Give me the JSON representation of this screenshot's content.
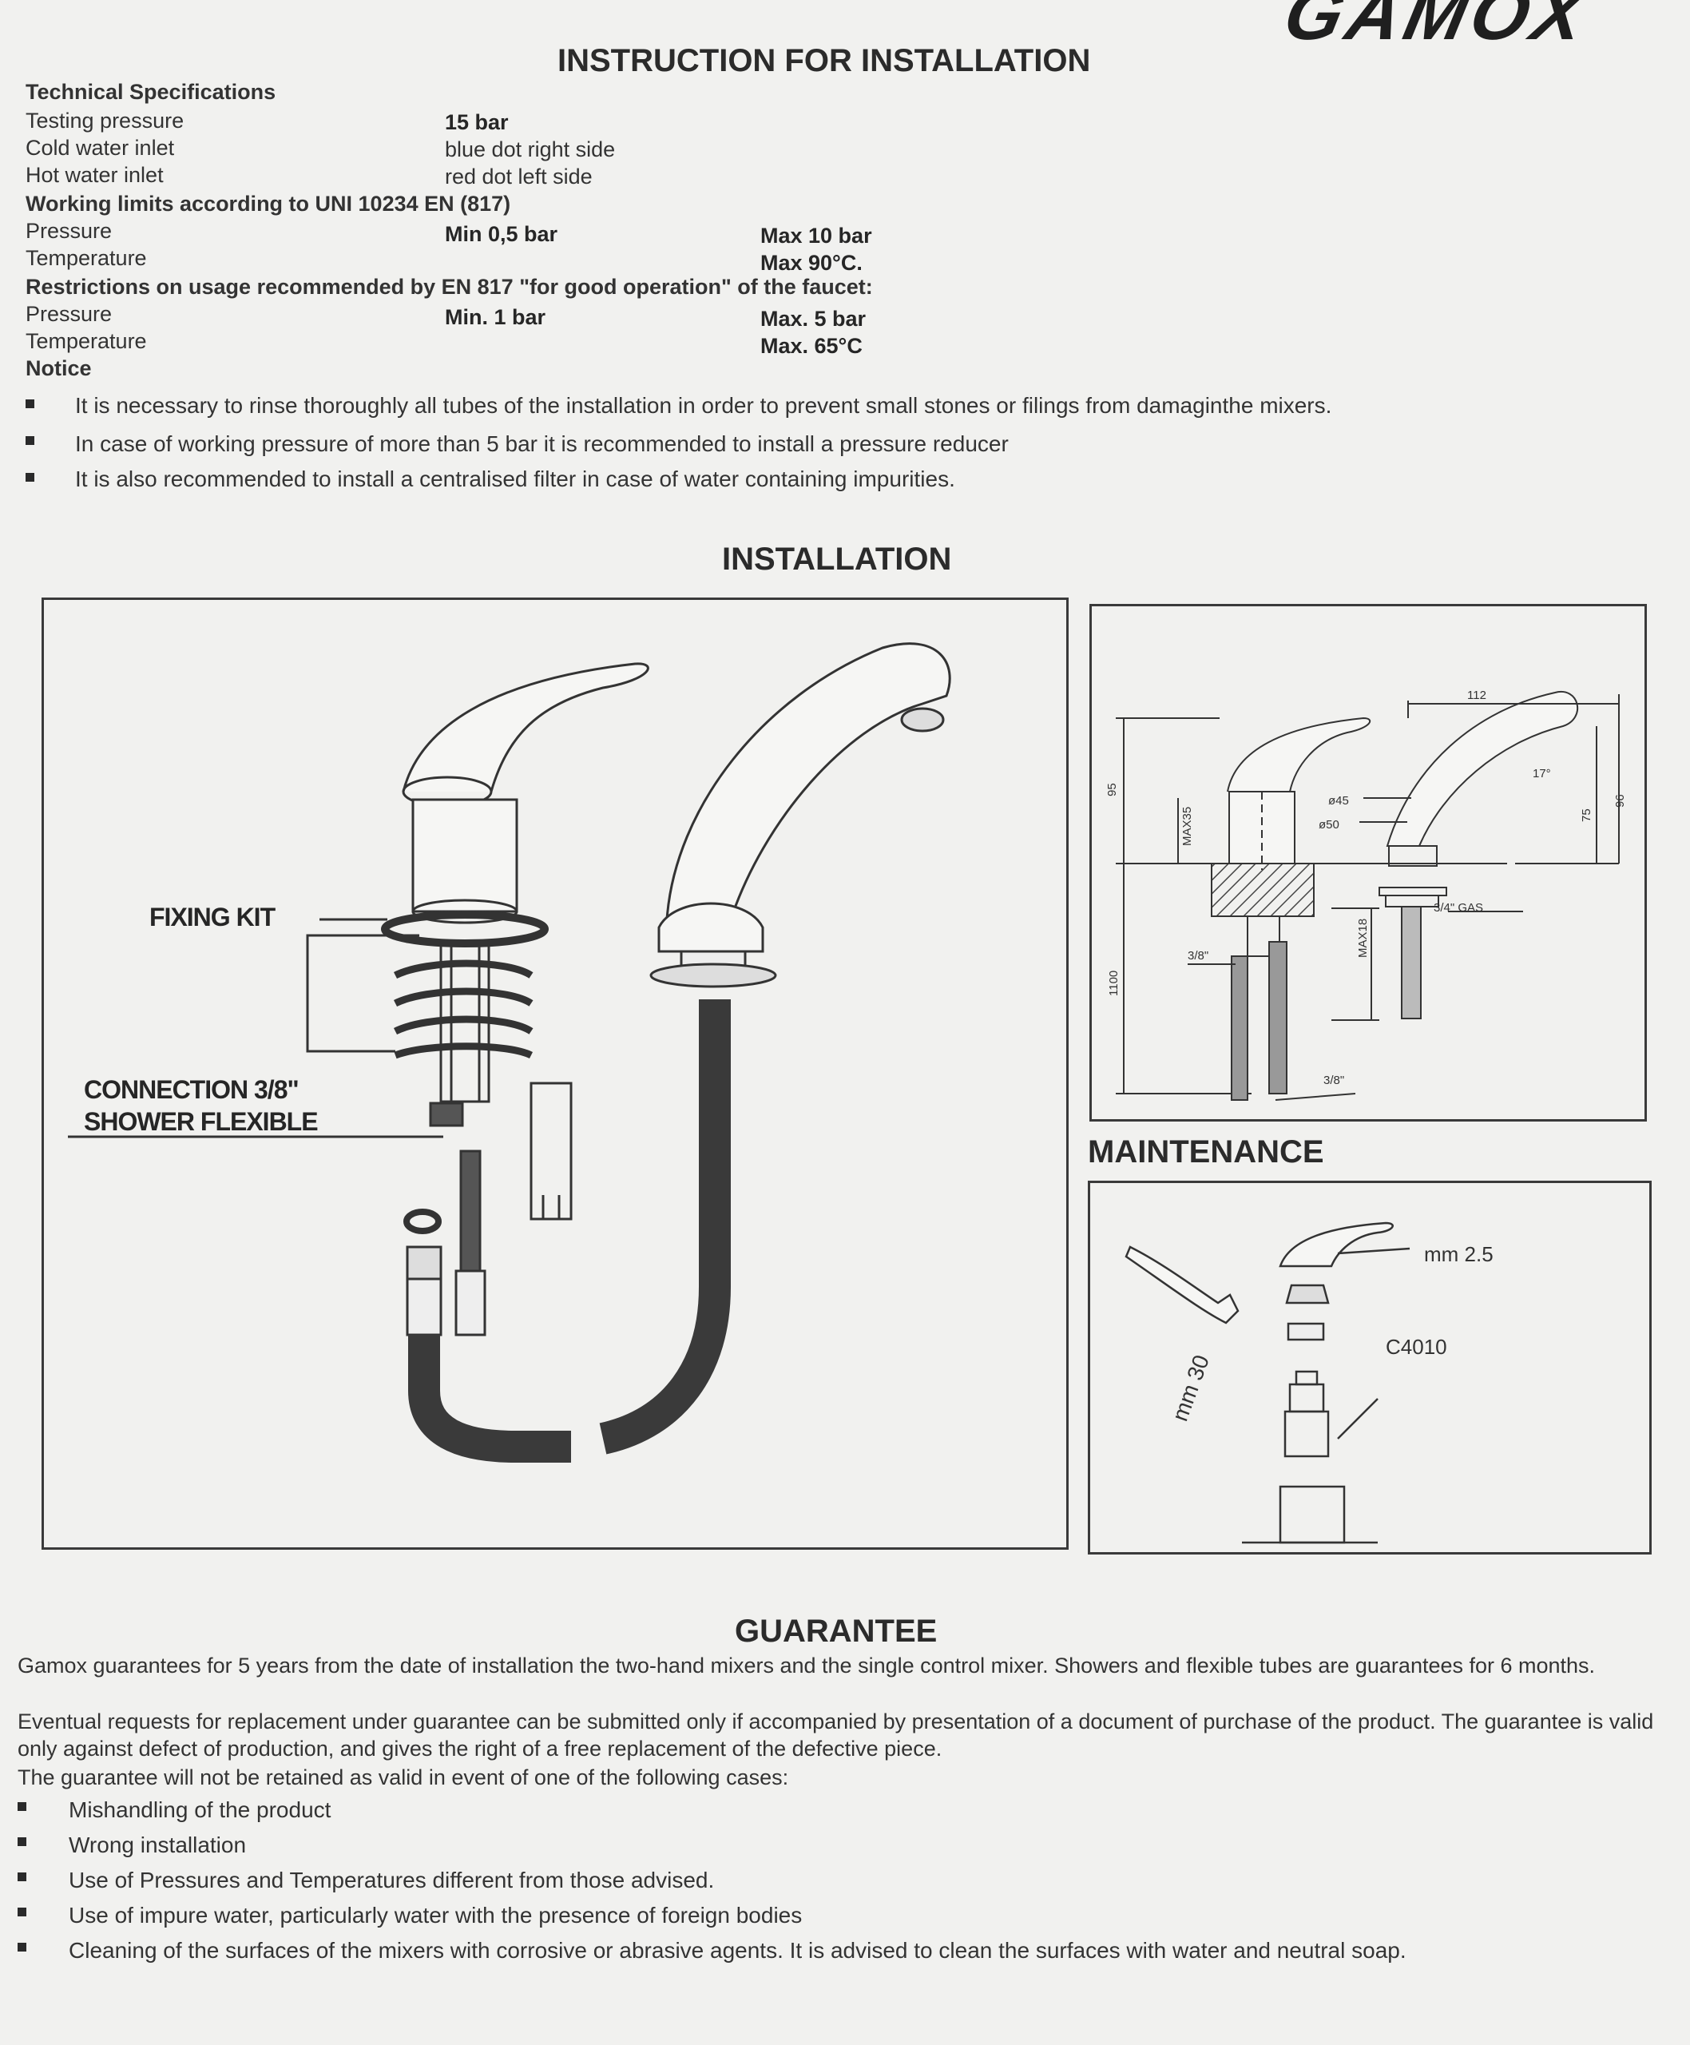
{
  "brand": "GAMOX",
  "header": {
    "title": "INSTRUCTION FOR INSTALLATION"
  },
  "specs": {
    "heading": "Technical Specifications",
    "testing_pressure": {
      "label": "Testing pressure",
      "value": "15 bar"
    },
    "cold_inlet": {
      "label": "Cold water inlet",
      "value": "blue dot right side"
    },
    "hot_inlet": {
      "label": "Hot water inlet",
      "value": "red dot left side"
    },
    "working_heading": "Working limits according to UNI 10234 EN (817)",
    "working_pressure": {
      "label": "Pressure",
      "min": "Min 0,5 bar",
      "max": "Max 10 bar"
    },
    "working_temperature": {
      "label": "Temperature",
      "max": "Max 90°C."
    },
    "restrictions_heading": "Restrictions on usage recommended by EN 817 \"for good operation\" of the faucet:",
    "restr_pressure": {
      "label": "Pressure",
      "min": "Min. 1 bar",
      "max": "Max. 5 bar"
    },
    "restr_temperature": {
      "label": "Temperature",
      "max": "Max. 65°C"
    },
    "notice_heading": "Notice",
    "notices": [
      "It is necessary to rinse thoroughly all tubes of the installation in order to prevent small stones or filings from damaginthe mixers.",
      "In case of working pressure of more than 5 bar it is recommended to install a pressure reducer",
      "It is also recommended to install a centralised filter in case of water containing impurities."
    ]
  },
  "installation": {
    "title": "INSTALLATION",
    "fixing_kit": "FIXING KIT",
    "connection_line1": "CONNECTION 3/8\"",
    "connection_line2": "SHOWER FLEXIBLE",
    "dims": {
      "d112": "112",
      "d95": "95",
      "max35": "MAX35",
      "d45": "ø45",
      "d50": "ø50",
      "angle17": "17°",
      "d75": "75",
      "d96": "96",
      "gas": "3/4\" GAS",
      "max18": "MAX18",
      "d1100": "1100",
      "d38a": "3/8\"",
      "d38b": "3/8\""
    }
  },
  "maintenance": {
    "title": "MAINTENANCE",
    "mm25": "mm 2.5",
    "mm30": "mm 30",
    "code": "C4010"
  },
  "guarantee": {
    "title": "GUARANTEE",
    "p1": "Gamox guarantees for 5 years from the date of installation the two-hand mixers and the single control mixer. Showers and flexible tubes are guarantees for 6 months.",
    "p2": "Eventual requests for replacement under guarantee can be submitted only if accompanied by presentation of a document of purchase of the product. The guarantee is valid only against defect of production, and gives the right of a free replacement of the defective piece.",
    "p3": "The guarantee will not be retained as valid in event of one of the following cases:",
    "cases": [
      "Mishandling of the product",
      "Wrong installation",
      "Use of Pressures and Temperatures different from those advised.",
      "Use of impure water, particularly water with the presence of foreign bodies",
      "Cleaning of the surfaces of the mixers with corrosive or abrasive agents. It is advised to clean the surfaces with water and neutral soap."
    ]
  }
}
